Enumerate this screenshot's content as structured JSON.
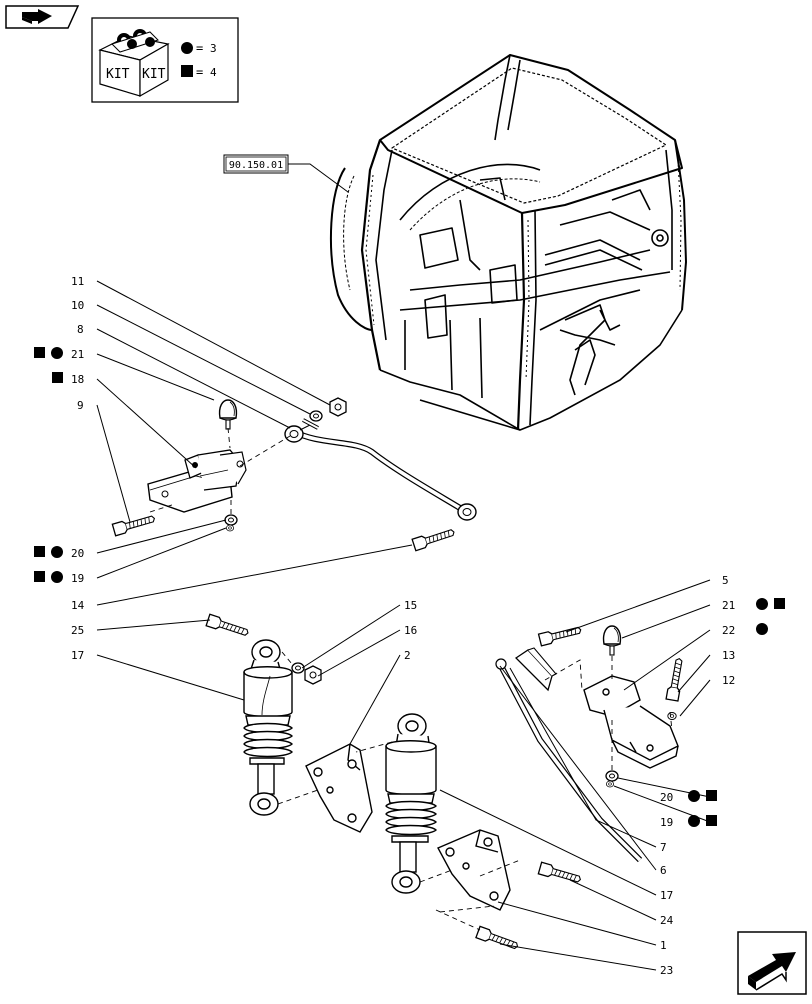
{
  "kit_legend": {
    "kit_labels": [
      "KIT",
      "KIT"
    ],
    "circle_value": "3",
    "square_value": "4",
    "equals": "="
  },
  "reference_box": "90.150.01",
  "callouts": {
    "c11": "11",
    "c10": "10",
    "c8": "8",
    "c21a": "21",
    "c18": "18",
    "c9": "9",
    "c20a": "20",
    "c19a": "19",
    "c14": "14",
    "c25": "25",
    "c17a": "17",
    "c15": "15",
    "c16": "16",
    "c2": "2",
    "c5": "5",
    "c21b": "21",
    "c22": "22",
    "c13": "13",
    "c12": "12",
    "c20b": "20",
    "c19b": "19",
    "c7": "7",
    "c6": "6",
    "c17b": "17",
    "c24": "24",
    "c1": "1",
    "c23": "23"
  },
  "colors": {
    "ink": "#000000",
    "paper": "#ffffff",
    "shade": "#555555"
  },
  "icons": {
    "top_left": "previous-page-arrow-icon",
    "bottom_right": "next-page-arrow-icon"
  }
}
